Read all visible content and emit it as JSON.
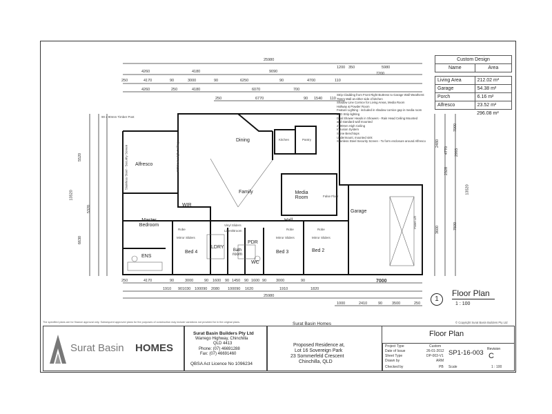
{
  "area_table": {
    "header_title": "Custom Design",
    "col_name": "Name",
    "col_area": "Area",
    "rows": [
      {
        "name": "Living Area",
        "area": "212.02 m²"
      },
      {
        "name": "Garage",
        "area": "54.38 m²"
      },
      {
        "name": "Porch",
        "area": "6.16 m²"
      },
      {
        "name": "Alfresco",
        "area": "23.52 m²"
      }
    ],
    "total": "296.08 m²"
  },
  "notes": [
    "Strip Cladding from Front Right Buttress to Garage Wall Weatherst",
    "75mm Wall at either side of kitchen",
    "Shadow Line Cornice for Living Areas, Media Room",
    "Hallway & Powder Room",
    "Feature Lighting - included in shadow cornice gap in media room",
    "LED Strip lighting",
    "Dual Shower Heads in Showers - Rain Head Ceiling Mounted",
    "and standard wall mounted",
    "2700mm High Ceiling",
    "Intrusion System",
    "Stone Benchtops",
    "Undermount, mounted sink",
    "Stainless Steel Security Screen - To form enclosure around Alfresco"
  ],
  "dimensions_top": {
    "overall": "25980",
    "row1": [
      "4260",
      "4180",
      "9090",
      "1200",
      "350",
      "5980"
    ],
    "row2": [
      "250",
      "4170",
      "90",
      "3000",
      "90",
      "6250",
      "90",
      "4700",
      "110",
      "7200"
    ],
    "row3": [
      "4260",
      "250",
      "4180",
      "6070",
      "700"
    ],
    "row4": [
      "250",
      "6770",
      "90",
      "1540",
      "110"
    ]
  },
  "dimensions_bottom": {
    "row1": [
      "250",
      "4170",
      "90",
      "3000",
      "90",
      "1600",
      "90",
      "1450",
      "90",
      "1600",
      "90",
      "3000",
      "90",
      "7000"
    ],
    "row2": [
      "1910",
      "901030",
      "100090",
      "2080",
      "100090",
      "1620",
      "1910",
      "1820"
    ],
    "overall": "25980",
    "row3": [
      "1000",
      "2410",
      "90",
      "3500",
      "250"
    ]
  },
  "dimensions_left": [
    "5520",
    "13520",
    "5320",
    "6630"
  ],
  "dimensions_right": [
    "7000",
    "2480",
    "4770",
    "2993",
    "2328",
    "13520",
    "3600",
    "7600"
  ],
  "rooms": {
    "alfresco": "Alfresco",
    "dining": "Dining",
    "kitchen": "Kitchen",
    "pantry": "Pantry",
    "family": "Family",
    "media": "Media Room",
    "garage": "Garage",
    "wir": "WIR",
    "master": "Master Bedroom",
    "ens": "ENS",
    "bed4": "Bed 4",
    "ldry": "LDRY",
    "bath": "Bath room",
    "pdr": "PDR",
    "wc": "WC",
    "hall": "Hall",
    "bed3": "Bed 3",
    "bed2": "Bed 2"
  },
  "plan_labels": {
    "timber_post": "90 x 90mm Timber Post",
    "security_screen": "Stainless Steel - Security Screen",
    "robe": "Robe",
    "mirror_sliders": "Mirror Sliders",
    "vinyl_sliders": "Vinyl Sliders",
    "linen": "Linen/Broom",
    "false_floor": "False Floor",
    "panel_lift": "Panel Lift",
    "ceiling_height": "2700mm High Ceiling"
  },
  "view_label": {
    "number": "1",
    "title": "Floor Plan",
    "scale": "1 : 100"
  },
  "disclaimer": "The specified plans are for finance approval only. Subsequent approved plans for the purposes of construction may include variations not provided for in the original plans.",
  "copyright": "© Copyright Surat Basin Builders Pty Ltd",
  "title_block": {
    "logo_text_1": "Surat Basin",
    "logo_text_2": "HOMES",
    "company": "Surat Basin Builders Pty Ltd",
    "address_1": "Warrego Highway, Chinchilla",
    "address_2": "QLD 4413",
    "phone": "Phone: (07) 46691288",
    "fax": "Fax: (07) 46691460",
    "licence": "QBSA Act Licence No 1096234",
    "client": "Surat Basin Homes",
    "project_1": "Proposed Residence at,",
    "project_2": "Lot 16 Sovereign Park",
    "project_3": "23 Sommerfeld Crescent",
    "project_4": "Chinchilla, QLD",
    "sheet_title": "Floor Plan",
    "fields": [
      {
        "label": "Project Type",
        "value": "Custom"
      },
      {
        "label": "Date of Issue",
        "value": "26-01-2012"
      },
      {
        "label": "Sheet Type",
        "value": "DP-003-V1"
      },
      {
        "label": "Drawn by",
        "value": "ARM"
      },
      {
        "label": "Checked by",
        "value": "PB"
      }
    ],
    "scale_label": "Scale",
    "scale_value": "1 : 100",
    "drawing_number": "SP1-16-003",
    "revision_label": "Revision",
    "revision_value": "C"
  }
}
